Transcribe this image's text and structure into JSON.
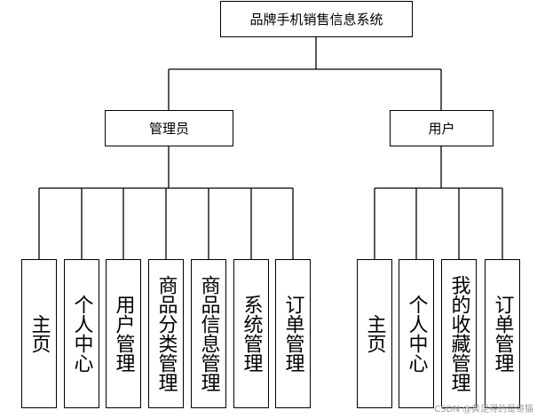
{
  "root": {
    "label": "品牌手机销售信息系统"
  },
  "branches": [
    {
      "label": "管理员",
      "modules": [
        "主页",
        "个人中心",
        "用户管理",
        "商品分类管理",
        "商品信息管理",
        "系统管理",
        "订单管理"
      ]
    },
    {
      "label": "用户",
      "modules": [
        "主页",
        "个人中心",
        "我的收藏管理",
        "订单管理"
      ]
    }
  ],
  "watermark": "CSDN @黄足得的是哥猫"
}
